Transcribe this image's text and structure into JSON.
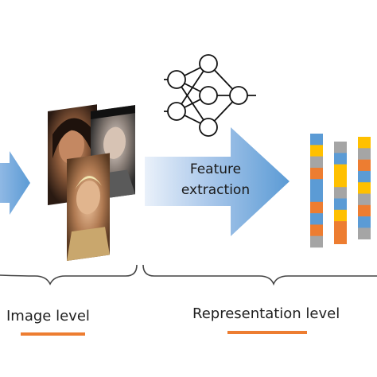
{
  "labels": {
    "image_level": "Image level",
    "representation_level": "Representation level"
  },
  "arrow": {
    "line1": "Feature",
    "line2": "extraction"
  },
  "colors": {
    "arrow_blue": "#5b9bd5",
    "orange": "#ed7d31",
    "gray": "#a5a5a5",
    "gold": "#ffc000",
    "blue": "#5b9bd5",
    "underline": "#ed7d31"
  },
  "vectors": [
    [
      "blue",
      "gold",
      "gray",
      "orange",
      "blue",
      "blue",
      "orange",
      "blue",
      "orange",
      "gray"
    ],
    [
      "gray",
      "blue",
      "gold",
      "gold",
      "gray",
      "blue",
      "gold",
      "orange",
      "orange"
    ],
    [
      "gold",
      "gray",
      "orange",
      "blue",
      "gold",
      "gray",
      "orange",
      "blue",
      "gray"
    ]
  ],
  "icons": [
    "neural-network-icon",
    "face-photo-icon"
  ]
}
